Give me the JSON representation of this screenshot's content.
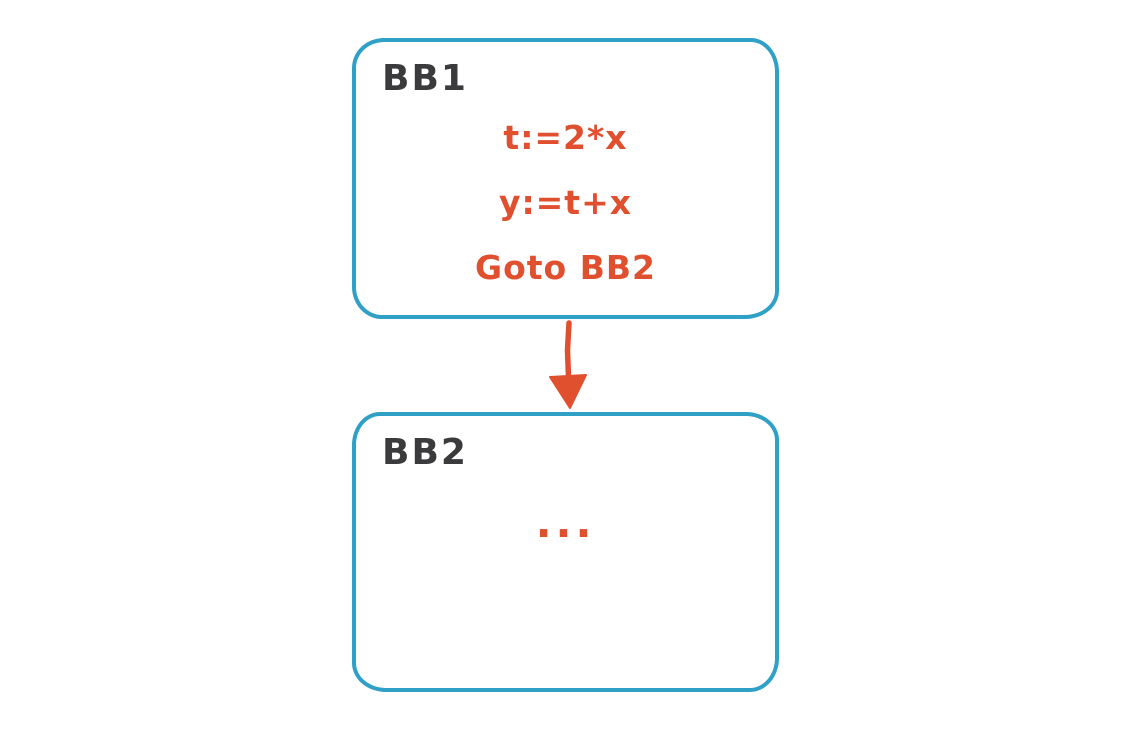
{
  "diagram": {
    "title": "basic-block control flow",
    "colors": {
      "background": "#ffffff",
      "box_border": "#2fa0c6",
      "label": "#3b3b3d",
      "accent": "#e04f2e"
    },
    "nodes": [
      {
        "id": "bb1",
        "label": "BB1",
        "lines": [
          "t:=2*x",
          "y:=t+x",
          "Goto BB2"
        ]
      },
      {
        "id": "bb2",
        "label": "BB2",
        "lines": [
          "..."
        ]
      }
    ],
    "edges": [
      {
        "from": "bb1",
        "to": "bb2",
        "direction": "down",
        "style": "arrow"
      }
    ]
  }
}
